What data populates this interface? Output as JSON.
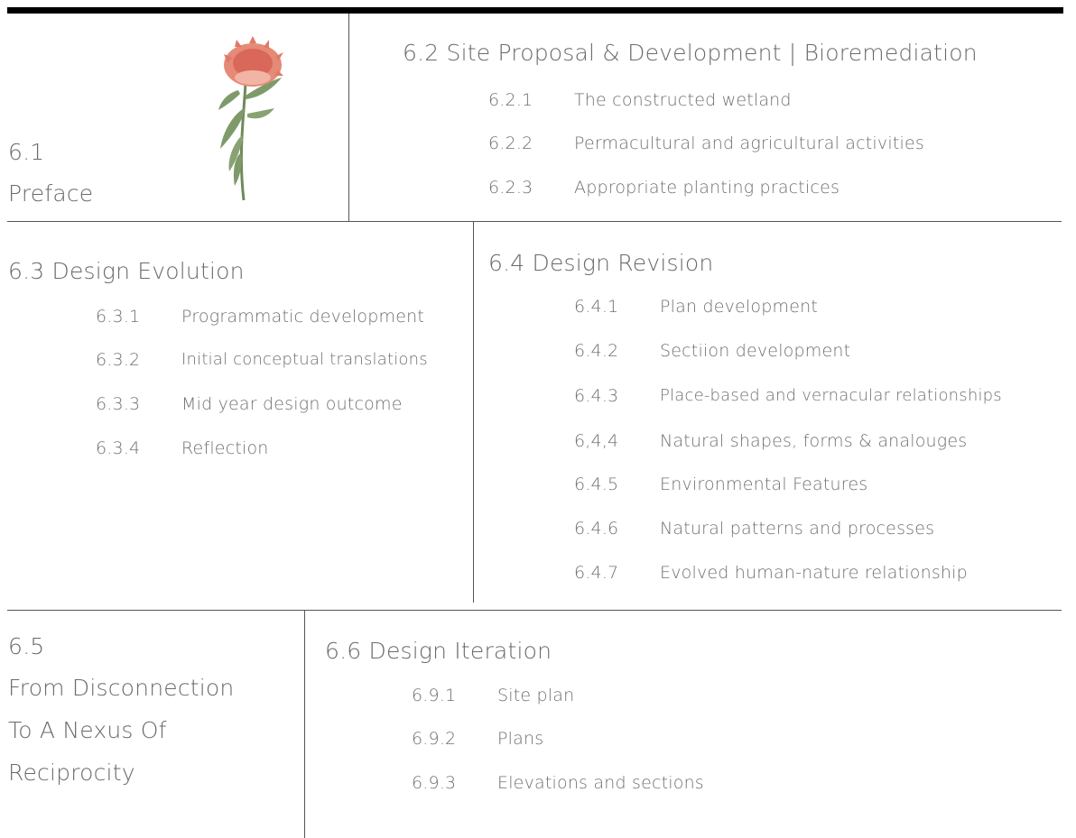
{
  "preface": {
    "number": "6.1",
    "title": "Preface"
  },
  "section_6_2": {
    "heading": "6.2 Site Proposal & Development | Bioremediation",
    "items": [
      {
        "num": "6.2.1",
        "label": "The constructed wetland"
      },
      {
        "num": "6.2.2",
        "label": "Permacultural and agricultural activities"
      },
      {
        "num": "6.2.3",
        "label": "Appropriate planting practices"
      }
    ]
  },
  "section_6_3": {
    "heading": "6.3 Design Evolution",
    "items": [
      {
        "num": "6.3.1",
        "label": "Programmatic development"
      },
      {
        "num": "6.3.2",
        "label": "Initial conceptual translations"
      },
      {
        "num": "6.3.3",
        "label": "Mid year design outcome"
      },
      {
        "num": "6.3.4",
        "label": "Reflection"
      }
    ]
  },
  "section_6_4": {
    "heading": "6.4 Design Revision",
    "items": [
      {
        "num": "6.4.1",
        "label": "Plan development"
      },
      {
        "num": "6.4.2",
        "label": "Sectiion development"
      },
      {
        "num": "6.4.3",
        "label": "Place-based and vernacular relationships"
      },
      {
        "num": "6,4,4",
        "label": "Natural shapes, forms & analouges"
      },
      {
        "num": "6.4.5",
        "label": "Environmental Features"
      },
      {
        "num": "6.4.6",
        "label": "Natural patterns and processes"
      },
      {
        "num": "6.4.7",
        "label": "Evolved human-nature relationship"
      }
    ]
  },
  "section_6_5": {
    "lines": [
      "6.5",
      "From Disconnection",
      "To A Nexus Of",
      "Reciprocity"
    ]
  },
  "section_6_6": {
    "heading": "6.6 Design Iteration",
    "items": [
      {
        "num": "6.9.1",
        "label": "Site plan"
      },
      {
        "num": "6.9.2",
        "label": "Plans"
      },
      {
        "num": "6.9.3",
        "label": "Elevations and sections"
      }
    ]
  },
  "colors": {
    "text": "#6e6e6e",
    "rule": "#555555",
    "topbar": "#000000",
    "flower": "#e07a68",
    "stem": "#6e8a5a"
  }
}
